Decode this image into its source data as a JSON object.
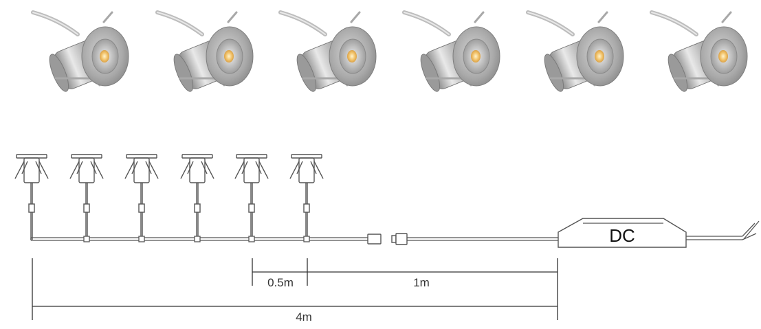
{
  "driver": {
    "label": "DC"
  },
  "dimensions": {
    "spacing": "0.5m",
    "lead": "1m",
    "total": "4m"
  },
  "lights": {
    "count": 6
  },
  "colors": {
    "led": "#f2c36b",
    "metal_light": "#e8e8e8",
    "metal_dark": "#8a8a8a",
    "line": "#555555"
  }
}
